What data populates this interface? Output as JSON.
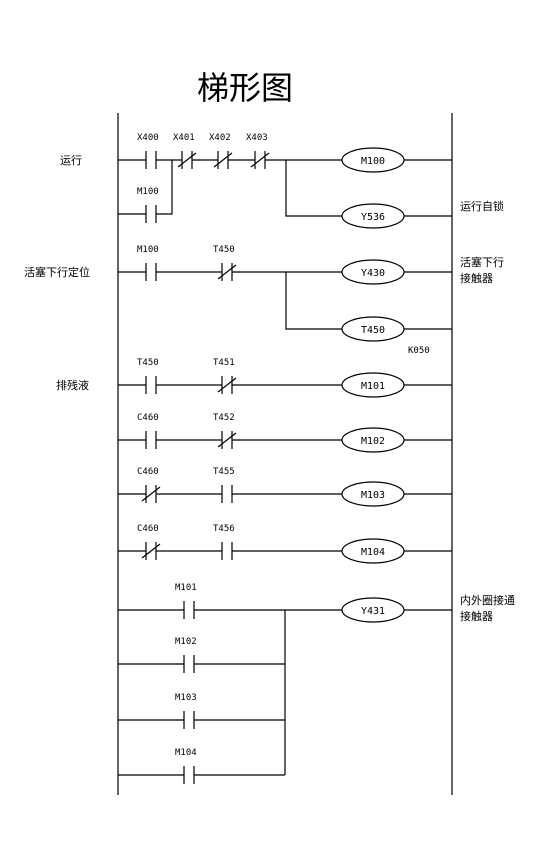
{
  "title": "梯形图",
  "rungs": [
    {
      "left_note": "运行",
      "main_contacts": [
        {
          "label": "X400",
          "type": "NO"
        },
        {
          "label": "X401",
          "type": "NC"
        },
        {
          "label": "X402",
          "type": "NC"
        },
        {
          "label": "X403",
          "type": "NC"
        }
      ],
      "seal_contact": {
        "label": "M100",
        "type": "NO"
      },
      "coils": [
        {
          "label": "M100",
          "right_note": []
        },
        {
          "label": "Y536",
          "right_note": [
            "运行自锁"
          ]
        }
      ]
    },
    {
      "left_note": "活塞下行定位",
      "main_contacts": [
        {
          "label": "M100",
          "type": "NO"
        },
        {
          "label": "T450",
          "type": "NC"
        }
      ],
      "coils": [
        {
          "label": "Y430",
          "right_note": [
            "活塞下行",
            "接触器"
          ]
        },
        {
          "label": "T450",
          "right_note": [],
          "constant": "K050"
        }
      ]
    },
    {
      "left_note": "排残液",
      "main_contacts": [
        {
          "label": "T450",
          "type": "NO"
        },
        {
          "label": "T451",
          "type": "NC"
        }
      ],
      "coils": [
        {
          "label": "M101",
          "right_note": []
        }
      ]
    },
    {
      "left_note": "",
      "main_contacts": [
        {
          "label": "C460",
          "type": "NO"
        },
        {
          "label": "T452",
          "type": "NC"
        }
      ],
      "coils": [
        {
          "label": "M102",
          "right_note": []
        }
      ]
    },
    {
      "left_note": "",
      "main_contacts": [
        {
          "label": "C460",
          "type": "NC"
        },
        {
          "label": "T455",
          "type": "NO"
        }
      ],
      "coils": [
        {
          "label": "M103",
          "right_note": []
        }
      ]
    },
    {
      "left_note": "",
      "main_contacts": [
        {
          "label": "C460",
          "type": "NC"
        },
        {
          "label": "T456",
          "type": "NO"
        }
      ],
      "coils": [
        {
          "label": "M104",
          "right_note": []
        }
      ]
    },
    {
      "left_note": "",
      "parallel_contacts": [
        {
          "label": "M101",
          "type": "NO"
        },
        {
          "label": "M102",
          "type": "NO"
        },
        {
          "label": "M103",
          "type": "NO"
        },
        {
          "label": "M104",
          "type": "NO"
        }
      ],
      "coils": [
        {
          "label": "Y431",
          "right_note": [
            "内外圈接通",
            "接触器"
          ]
        }
      ]
    }
  ]
}
